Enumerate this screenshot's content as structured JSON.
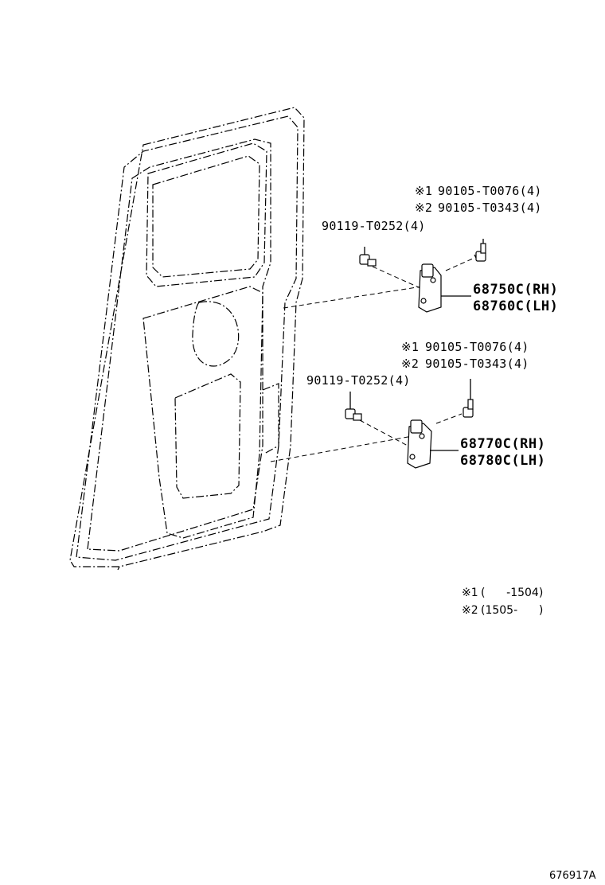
{
  "parts": {
    "upper": {
      "bolt_a_mark": "※1",
      "bolt_a": "90105-T0076(4)",
      "bolt_b_mark": "※2",
      "bolt_b": "90105-T0343(4)",
      "bolt_c": "90119-T0252(4)",
      "hinge_rh": "68750C(RH)",
      "hinge_lh": "68760C(LH)"
    },
    "lower": {
      "bolt_a_mark": "※1",
      "bolt_a": "90105-T0076(4)",
      "bolt_b_mark": "※2",
      "bolt_b": "90105-T0343(4)",
      "bolt_c": "90119-T0252(4)",
      "hinge_rh": "68770C(RH)",
      "hinge_lh": "68780C(LH)"
    }
  },
  "notes": {
    "note1_mark": "※1",
    "note1_range": "(      -1504)",
    "note2_mark": "※2",
    "note2_range": "(1505-      )"
  },
  "diagram_id": "676917A"
}
